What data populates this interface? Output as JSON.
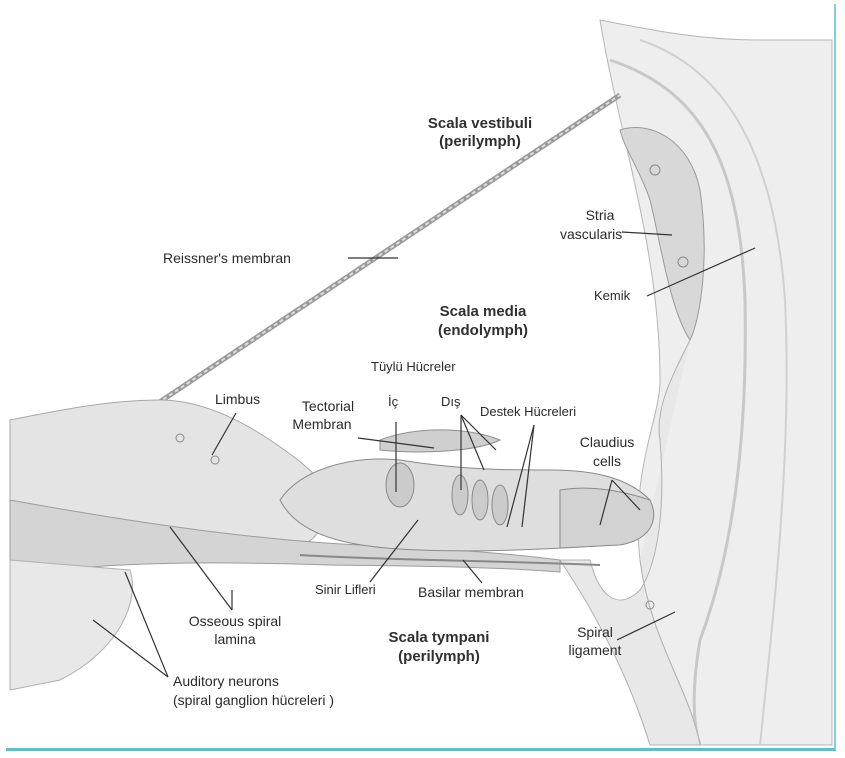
{
  "labels": {
    "scala_vestibuli": "Scala vestibuli",
    "scala_vestibuli_sub": "(perilymph)",
    "stria_vascularis_1": "Stria",
    "stria_vascularis_2": "vascularis",
    "reissners_membran": "Reissner's membran",
    "kemik": "Kemik",
    "scala_media": "Scala media",
    "scala_media_sub": "(endolymph)",
    "tuylu_hucreler": "Tüylü Hücreler",
    "limbus": "Limbus",
    "tectorial_1": "Tectorial",
    "tectorial_2": "Membran",
    "ic": "İç",
    "dis": "Dış",
    "destek_hucreleri": "Destek Hücreleri",
    "claudius_1": "Claudius",
    "claudius_2": "cells",
    "sinir_lifleri": "Sinir Lifleri",
    "basilar_membran": "Basilar membran",
    "osseous_1": "Osseous spiral",
    "osseous_2": "lamina",
    "scala_tympani": "Scala tympani",
    "scala_tympani_sub": "(perilymph)",
    "spiral_lig_1": "Spiral",
    "spiral_lig_2": "ligament",
    "auditory_1": "Auditory neurons",
    "auditory_2": "(spiral ganglion hücreleri )"
  },
  "colors": {
    "tissue": "#e6e6e6",
    "tissue_dark": "#cfcfcf",
    "bone": "#ededed",
    "line": "#333333",
    "border_accent": "#4fc3d8"
  }
}
